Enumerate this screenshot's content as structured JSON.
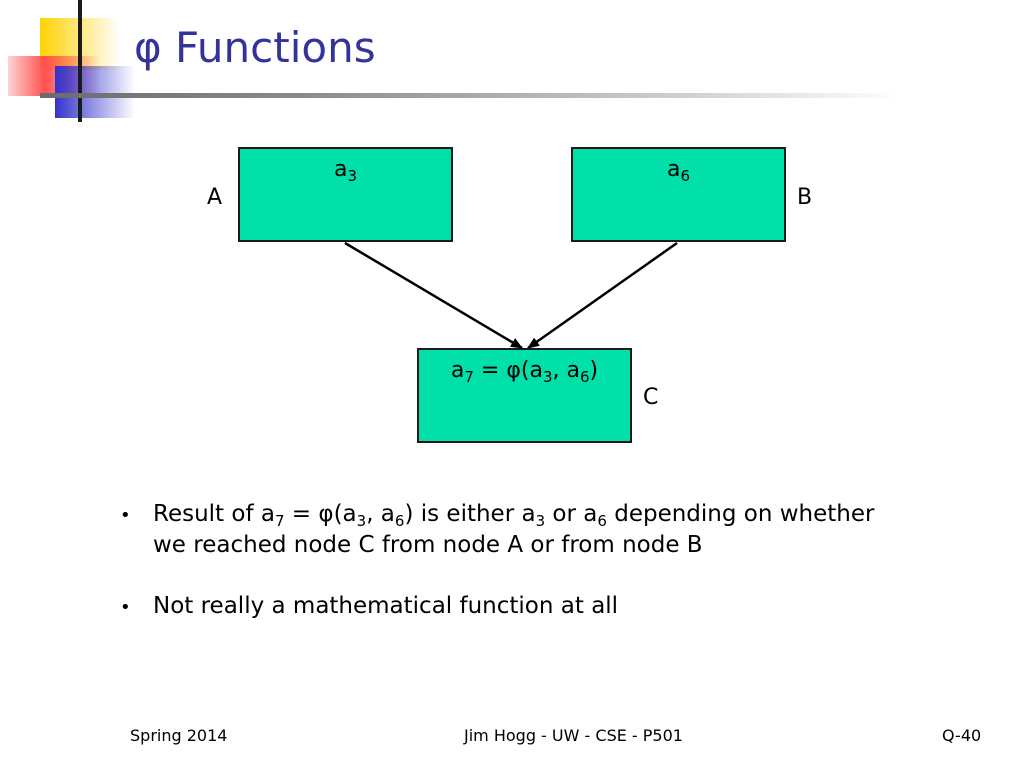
{
  "title": "φ Functions",
  "diagram": {
    "box_a": {
      "label_main": "a",
      "label_sub": "3",
      "node": "A"
    },
    "box_b": {
      "label_main": "a",
      "label_sub": "6",
      "node": "B"
    },
    "box_c": {
      "p1": "a",
      "s1": "7",
      "p2": " = φ(a",
      "s2": "3",
      "p3": ", a",
      "s3": "6",
      "p4": ")",
      "node": "C"
    },
    "colors": {
      "box_fill": "#00e0a8",
      "arrow": "#000000"
    }
  },
  "bullets": [
    {
      "parts": [
        "Result of a",
        "7",
        " = φ(a",
        "3",
        ", a",
        "6",
        ") is either a",
        "3",
        " or a",
        "6",
        " depending on whether we reached node C from node A or from node B"
      ]
    },
    {
      "text": "Not really a mathematical function at all"
    }
  ],
  "footer": {
    "left": "Spring 2014",
    "center": "Jim Hogg - UW - CSE - P501",
    "right": "Q-40"
  },
  "colors": {
    "title": "#333399",
    "logo_yellow": "#ffd200",
    "logo_red": "#ff5050",
    "logo_blue": "#3333cc"
  }
}
